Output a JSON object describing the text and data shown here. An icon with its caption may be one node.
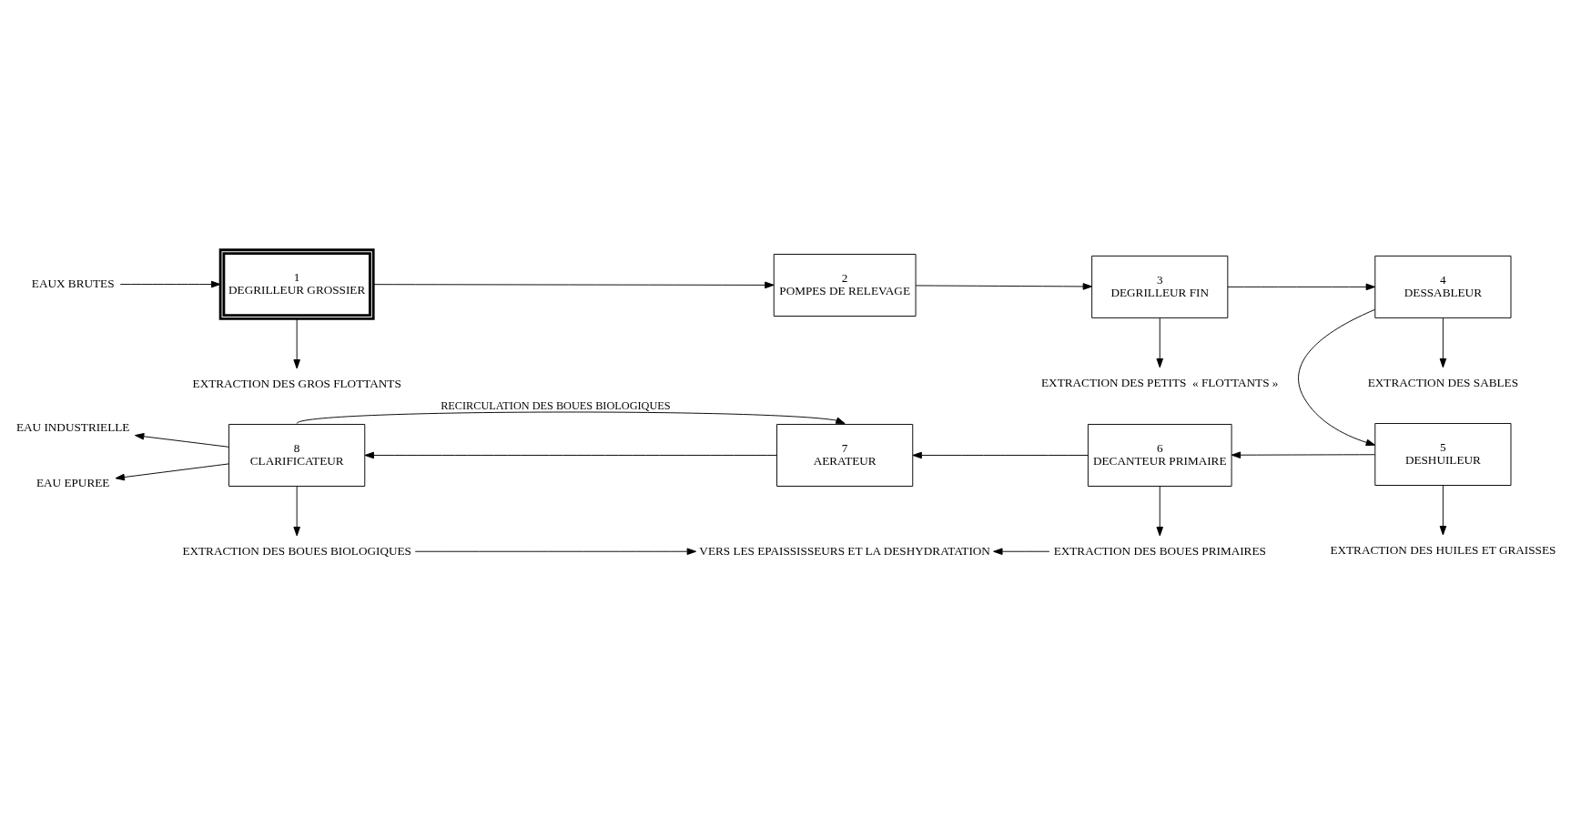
{
  "diagram": {
    "nodes": [
      {
        "text": [
          "EAUX BRUTES"
        ]
      },
      {
        "text": [
          "1",
          "DEGRILLEUR GROSSIER"
        ]
      },
      {
        "text": [
          "2",
          "POMPES DE RELEVAGE"
        ]
      },
      {
        "text": [
          "3",
          "DEGRILLEUR FIN"
        ]
      },
      {
        "text": [
          "4",
          "DESSABLEUR"
        ]
      },
      {
        "text": [
          "5",
          "DESHUILEUR"
        ]
      },
      {
        "text": [
          "6",
          "DECANTEUR PRIMAIRE"
        ]
      },
      {
        "text": [
          "7",
          "AERATEUR"
        ]
      },
      {
        "text": [
          "8",
          "CLARIFICATEUR"
        ]
      },
      {
        "text": [
          "EXTRACTION DES GROS FLOTTANTS"
        ]
      },
      {
        "text": [
          "EXTRACTION DES PETITS  « FLOTTANTS »"
        ]
      },
      {
        "text": [
          "EXTRACTION DES SABLES"
        ]
      },
      {
        "text": [
          "EXTRACTION DES HUILES ET GRAISSES"
        ]
      },
      {
        "text": [
          "EXTRACTION DES BOUES PRIMAIRES"
        ]
      },
      {
        "text": [
          "EXTRACTION DES BOUES BIOLOGIQUES"
        ]
      },
      {
        "text": [
          "EAU INDUSTRIELLE"
        ]
      },
      {
        "text": [
          "EAU EPUREE"
        ]
      },
      {
        "text": [
          "VERS LES EPAISSISSEURS ET LA DESHYDRATATION"
        ]
      }
    ],
    "edges": [
      {
        "from": 0,
        "to": 1,
        "arrow": "to"
      },
      {
        "from": 1,
        "to": 2,
        "arrow": "to"
      },
      {
        "from": 2,
        "to": 3,
        "arrow": "to"
      },
      {
        "from": 3,
        "to": 4,
        "arrow": "to"
      },
      {
        "from": 4,
        "to": 5,
        "arrow": "to"
      },
      {
        "from": 5,
        "to": 6,
        "arrow": "to"
      },
      {
        "from": 6,
        "to": 7,
        "arrow": "to"
      },
      {
        "from": 7,
        "to": 8,
        "arrow": "to"
      },
      {
        "from": 8,
        "to": 7,
        "arrow": "to",
        "label": "RECIRCULATION DES BOUES BIOLOGIQUES"
      },
      {
        "from": 1,
        "to": 9,
        "arrow": "to"
      },
      {
        "from": 3,
        "to": 10,
        "arrow": "to"
      },
      {
        "from": 4,
        "to": 11,
        "arrow": "to"
      },
      {
        "from": 5,
        "to": 12,
        "arrow": "to"
      },
      {
        "from": 6,
        "to": 13,
        "arrow": "to"
      },
      {
        "from": 8,
        "to": 14,
        "arrow": "to"
      },
      {
        "from": 8,
        "to": 15,
        "arrow": "to"
      },
      {
        "from": 8,
        "to": 16,
        "arrow": "to"
      },
      {
        "from": 14,
        "to": 17,
        "arrow": "to"
      },
      {
        "from": 13,
        "to": 17,
        "arrow": "to"
      }
    ]
  }
}
